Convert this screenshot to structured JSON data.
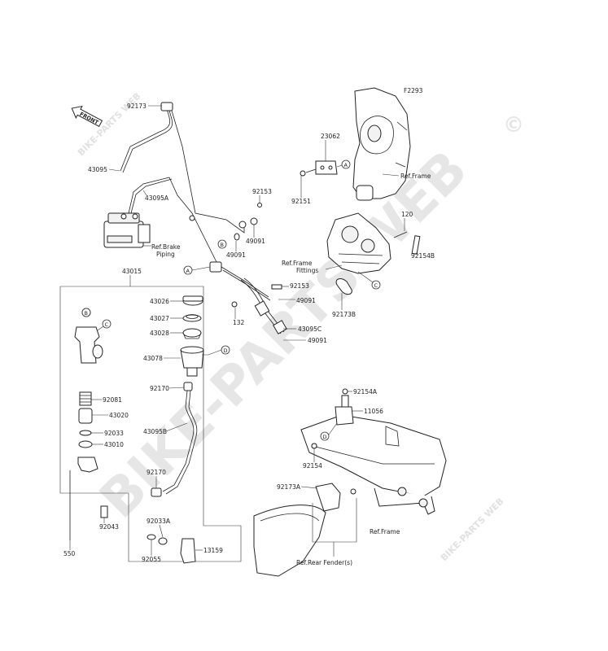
{
  "figure_code": "F2293",
  "watermark": {
    "main": "BIKE-PARTS WEB",
    "copyright": "©",
    "small": "BIKE-PARTS WEB"
  },
  "front_arrow_label": "FRONT",
  "callouts": {
    "A": "A",
    "B": "B",
    "C": "C",
    "D": "D"
  },
  "part_labels": {
    "p92173": "92173",
    "p43095": "43095",
    "p43095A": "43095A",
    "p92153_top": "92153",
    "p49091_top": "49091",
    "p49091_b": "49091",
    "p23062": "23062",
    "p92151": "92151",
    "p120": "120",
    "p92154B": "92154B",
    "p43015": "43015",
    "p43026": "43026",
    "p43027": "43027",
    "p43028": "43028",
    "p43078": "43078",
    "p132": "132",
    "p92153_mid": "92153",
    "p49091_mid": "49091",
    "p43095C": "43095C",
    "p49091_low": "49091",
    "p92173B": "92173B",
    "p92081": "92081",
    "p43020": "43020",
    "p92033": "92033",
    "p43010": "43010",
    "p92170_a": "92170",
    "p43095B": "43095B",
    "p92170_b": "92170",
    "p92033A": "92033A",
    "p92055": "92055",
    "p13159": "13159",
    "p92043": "92043",
    "p550": "550",
    "p92154A": "92154A",
    "p11056": "11056",
    "p92154": "92154",
    "p92173A": "92173A"
  },
  "references": {
    "brake_piping_1": "Ref.Brake",
    "brake_piping_2": "Piping",
    "frame_top": "Ref.Frame",
    "frame_fittings_1": "Ref.Frame",
    "frame_fittings_2": "Fittings",
    "frame_bottom": "Ref.Frame",
    "rear_fender": "Ref.Rear Fender(s)"
  }
}
